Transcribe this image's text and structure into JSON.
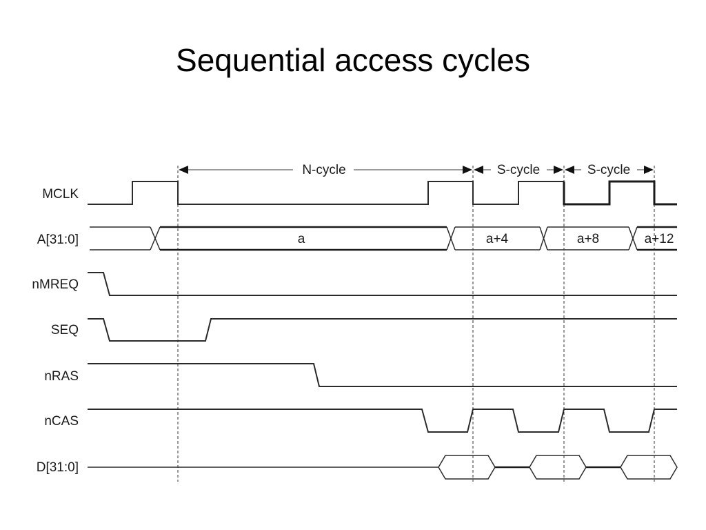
{
  "title": "Sequential access cycles",
  "signals": {
    "mclk": "MCLK",
    "addr": "A[31:0]",
    "nmreq": "nMREQ",
    "seq": "SEQ",
    "nras": "nRAS",
    "ncas": "nCAS",
    "data": "D[31:0]"
  },
  "cycles": {
    "n_cycle": "N-cycle",
    "s_cycle_1": "S-cycle",
    "s_cycle_2": "S-cycle"
  },
  "address_values": {
    "a0": "a",
    "a1": "a+4",
    "a2": "a+8",
    "a3": "a+12"
  }
}
